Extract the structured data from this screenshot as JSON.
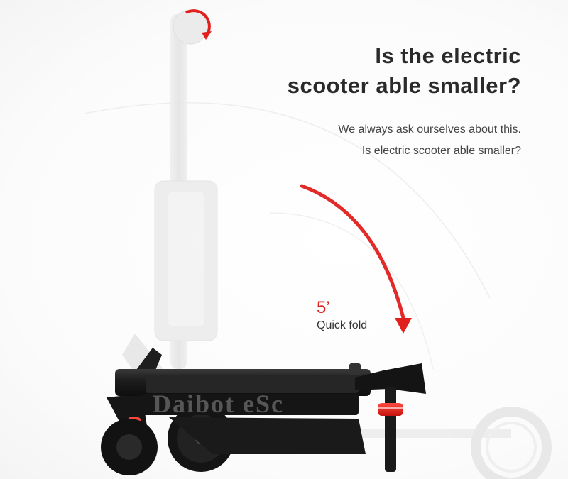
{
  "headline": {
    "line1": "Is the electric",
    "line2": "scooter able smaller?"
  },
  "subtext": {
    "line1": "We always ask ourselves about this.",
    "line2": "Is electric scooter able smaller?"
  },
  "fold": {
    "time": "5’",
    "label": "Quick fold"
  },
  "watermark": "Daibot eSc",
  "colors": {
    "accent": "#e0201d",
    "scooter_body": "#1c1c1c",
    "ghost": "#e8e8e8"
  }
}
